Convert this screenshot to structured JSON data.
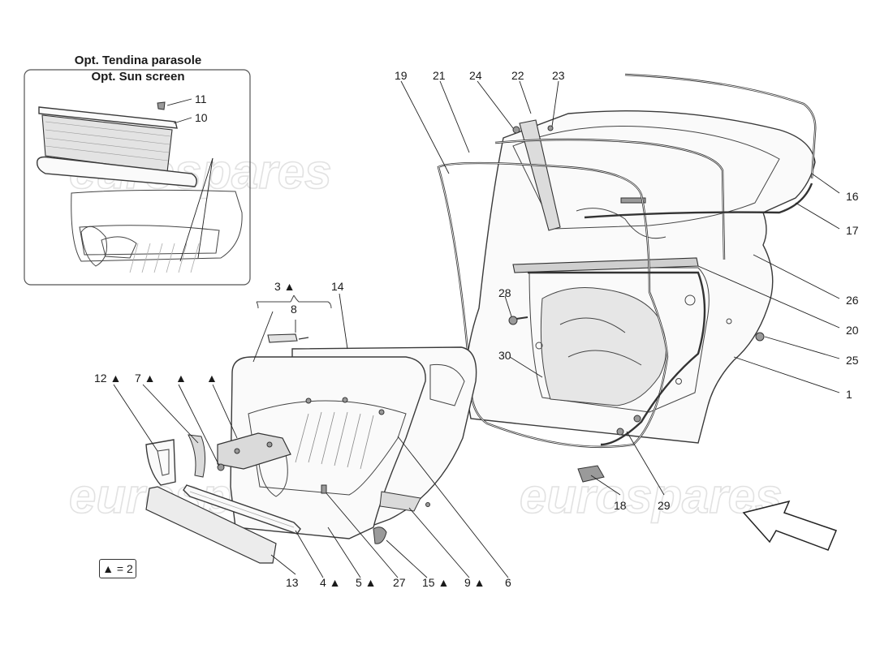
{
  "inset": {
    "title_it": "Opt. Tendina parasole",
    "title_en": "Opt. Sun screen"
  },
  "watermark": "eurospares",
  "legend": {
    "symbol": "▲",
    "text": "▲ = 2"
  },
  "callouts": {
    "c1": "1",
    "c3": "3 ▲",
    "c4": "4 ▲",
    "c5": "5 ▲",
    "c6": "6",
    "c7": "7 ▲",
    "c7b": "▲",
    "c7c": "▲",
    "c8": "8",
    "c9": "9 ▲",
    "c10": "10",
    "c11": "11",
    "c12": "12 ▲",
    "c13": "13",
    "c14": "14",
    "c15": "15 ▲",
    "c16": "16",
    "c17": "17",
    "c18": "18",
    "c19": "19",
    "c20": "20",
    "c21": "21",
    "c22": "22",
    "c23": "23",
    "c24": "24",
    "c25": "25",
    "c26": "26",
    "c27": "27",
    "c28": "28",
    "c29": "29",
    "c30": "30"
  },
  "colors": {
    "line": "#3a3a3a",
    "watermark": "#e2e2e2",
    "background": "#ffffff"
  }
}
